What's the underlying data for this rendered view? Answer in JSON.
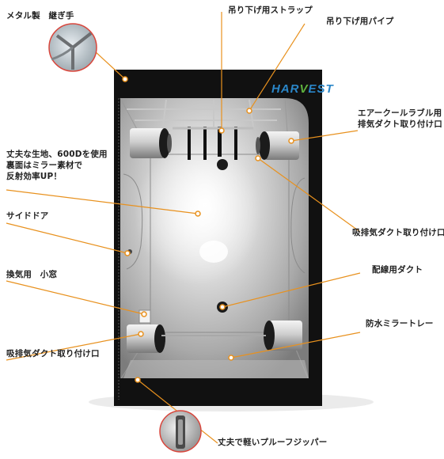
{
  "brand": {
    "name_left": "HAR",
    "name_mid": "V",
    "name_right": "EST",
    "tagline": "",
    "colors": {
      "blue": "#2a86c8",
      "green": "#5fb23e"
    }
  },
  "labels": {
    "metal_joint": "メタル製　継ぎ手",
    "hanging_strap": "吊り下げ用ストラップ",
    "hanging_pipe": "吊り下げ用パイプ",
    "aircool_duct": [
      "エアークールラブル用",
      "排気ダクト取り付け口"
    ],
    "fabric": [
      "丈夫な生地、600Dを使用",
      "裏面はミラー素材で",
      "反射効率UP！"
    ],
    "side_door": "サイドドア",
    "vent_window": "換気用　小窓",
    "intake_duct_left": "吸排気ダクト取り付け口",
    "intake_duct_right": "吸排気ダクト取り付け口",
    "wiring_duct": "配線用ダクト",
    "waterproof_tray": "防水ミラートレー",
    "zipper": "丈夫で軽いプルーフジッパー"
  },
  "colors": {
    "leader_line": "#e8911e",
    "tent_frame": "#111111",
    "label_text": "#222222"
  }
}
